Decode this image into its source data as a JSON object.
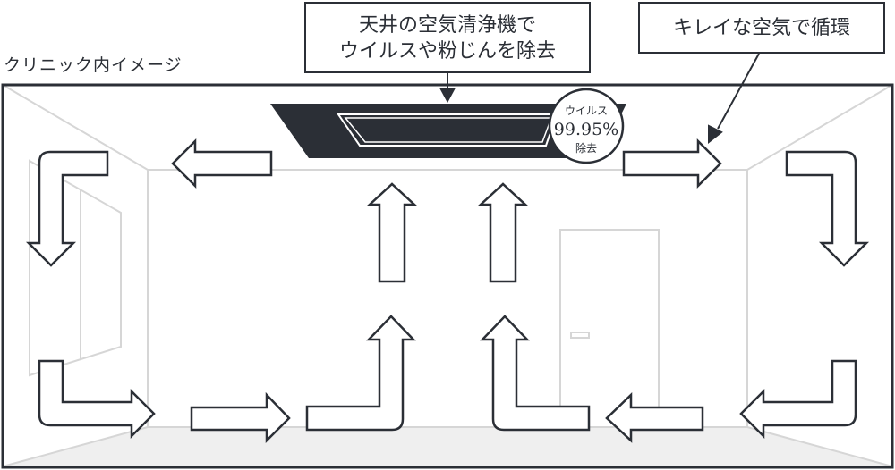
{
  "callouts": {
    "left_line1": "天井の空気清浄機で",
    "left_line2": "ウイルスや粉じんを除去",
    "right": "キレイな空気で循環"
  },
  "room_label": "クリニック内イメージ",
  "badge": {
    "line1": "ウイルス",
    "value": "99.95%",
    "line3": "除去"
  },
  "colors": {
    "ink": "#2b2f36",
    "room_line": "#d6d6d6",
    "floor": "#efefef",
    "background": "#ffffff"
  }
}
